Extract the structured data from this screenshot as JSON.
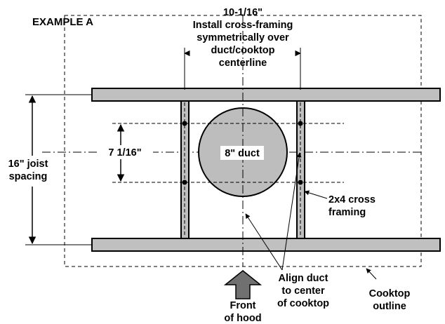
{
  "diagram": {
    "title": "EXAMPLE A",
    "cross_framing_note": {
      "line1": "10-1/16\"",
      "line2": "Install cross-framing",
      "line3": "symmetrically over",
      "line4": "duct/cooktop",
      "line5": "centerline"
    },
    "joist_spacing": {
      "line1": "16\" joist",
      "line2": "spacing"
    },
    "dim_7": "7 1/16\"",
    "duct_label": "8\" duct",
    "framing_label": {
      "line1": "2x4 cross",
      "line2": "framing"
    },
    "align_note": {
      "line1": "Align duct",
      "line2": "to center",
      "line3": "of cooktop"
    },
    "cooktop_outline": {
      "line1": "Cooktop",
      "line2": "outline"
    },
    "front_of_hood": {
      "line1": "Front",
      "line2": "of hood"
    },
    "colors": {
      "framing_fill": "#c0c0c0",
      "duct_fill": "#bdbdbd",
      "arrow_fill": "#707070",
      "stroke": "#000000"
    }
  }
}
